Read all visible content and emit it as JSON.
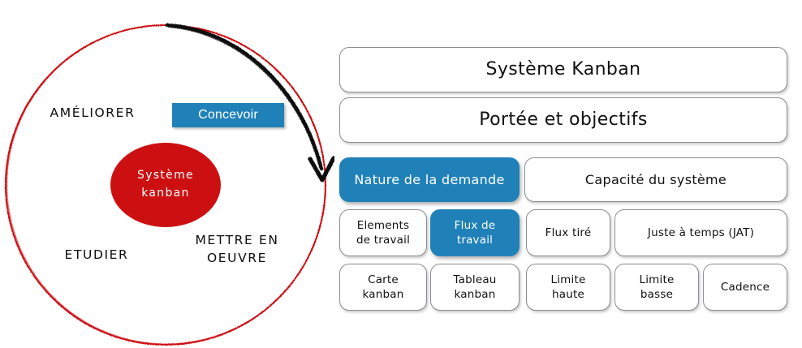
{
  "colors": {
    "accent_blue": "#2081b9",
    "wheel_red": "#cc1012",
    "arrow_black": "#111111",
    "box_border_grey": "#8d8d93",
    "box_fill_white": "#ffffff"
  },
  "wheel": {
    "center_label": "Système\nkanban",
    "highlight_chip": "Concevoir",
    "quadrants": [
      {
        "id": "ameliorer",
        "label": "AMÉLIORER"
      },
      {
        "id": "concevoir",
        "label": "Concevoir"
      },
      {
        "id": "mettre_en_oeuvre",
        "label": "METTRE EN\nOEUVRE"
      },
      {
        "id": "etudier",
        "label": "ETUDIER"
      }
    ],
    "arrow": "clockwise-arc-arrow"
  },
  "hierarchy": {
    "rows": [
      {
        "row": 1,
        "boxes": [
          {
            "label": "Système Kanban",
            "highlighted": false
          }
        ]
      },
      {
        "row": 2,
        "boxes": [
          {
            "label": "Portée et objectifs",
            "highlighted": false
          }
        ]
      },
      {
        "row": 3,
        "boxes": [
          {
            "label": "Nature de la demande",
            "highlighted": true
          },
          {
            "label": "Capacité du système",
            "highlighted": false
          }
        ]
      },
      {
        "row": 4,
        "boxes": [
          {
            "label": "Elements\nde travail",
            "highlighted": false
          },
          {
            "label": "Flux de\ntravail",
            "highlighted": true
          },
          {
            "label": "Flux tiré",
            "highlighted": false
          },
          {
            "label": "Juste à temps (JAT)",
            "highlighted": false
          }
        ]
      },
      {
        "row": 5,
        "boxes": [
          {
            "label": "Carte\nkanban",
            "highlighted": false
          },
          {
            "label": "Tableau\nkanban",
            "highlighted": false
          },
          {
            "label": "Limite\nhaute",
            "highlighted": false
          },
          {
            "label": "Limite\nbasse",
            "highlighted": false
          },
          {
            "label": "Cadence",
            "highlighted": false
          }
        ]
      }
    ]
  }
}
